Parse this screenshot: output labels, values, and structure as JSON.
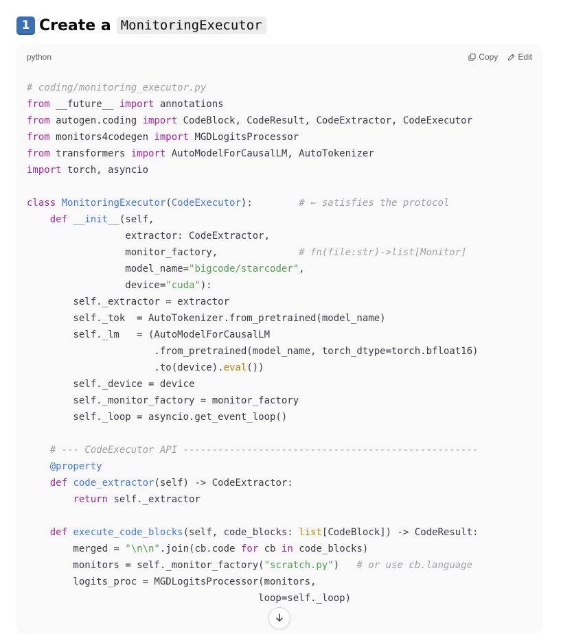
{
  "heading": {
    "number": "1",
    "text": "Create a",
    "code": "MonitoringExecutor"
  },
  "code_block": {
    "language": "python",
    "copy_label": "Copy",
    "edit_label": "Edit",
    "lines": [
      [
        {
          "t": "# coding/monitoring_executor.py",
          "c": "com"
        }
      ],
      [
        {
          "t": "from",
          "c": "kw"
        },
        {
          "t": " __future__ "
        },
        {
          "t": "import",
          "c": "kw"
        },
        {
          "t": " annotations"
        }
      ],
      [
        {
          "t": "from",
          "c": "kw"
        },
        {
          "t": " autogen.coding "
        },
        {
          "t": "import",
          "c": "kw"
        },
        {
          "t": " CodeBlock, CodeResult, CodeExtractor, CodeExecutor"
        }
      ],
      [
        {
          "t": "from",
          "c": "kw"
        },
        {
          "t": " monitors4codegen "
        },
        {
          "t": "import",
          "c": "kw"
        },
        {
          "t": " MGDLogitsProcessor"
        }
      ],
      [
        {
          "t": "from",
          "c": "kw"
        },
        {
          "t": " transformers "
        },
        {
          "t": "import",
          "c": "kw"
        },
        {
          "t": " AutoModelForCausalLM, AutoTokenizer"
        }
      ],
      [
        {
          "t": "import",
          "c": "kw"
        },
        {
          "t": " torch, asyncio"
        }
      ],
      [],
      [
        {
          "t": "class",
          "c": "kw"
        },
        {
          "t": " "
        },
        {
          "t": "MonitoringExecutor",
          "c": "fn"
        },
        {
          "t": "("
        },
        {
          "t": "CodeExecutor",
          "c": "fn"
        },
        {
          "t": "):        "
        },
        {
          "t": "# ← satisfies the protocol",
          "c": "com"
        }
      ],
      [
        {
          "t": "    "
        },
        {
          "t": "def",
          "c": "kw"
        },
        {
          "t": " "
        },
        {
          "t": "__init__",
          "c": "fn"
        },
        {
          "t": "(self,"
        }
      ],
      [
        {
          "t": "                 extractor: CodeExtractor,"
        }
      ],
      [
        {
          "t": "                 monitor_factory,              "
        },
        {
          "t": "# fn(file:str)->list[Monitor]",
          "c": "com"
        }
      ],
      [
        {
          "t": "                 model_name="
        },
        {
          "t": "\"bigcode/starcoder\"",
          "c": "str"
        },
        {
          "t": ","
        }
      ],
      [
        {
          "t": "                 device="
        },
        {
          "t": "\"cuda\"",
          "c": "str"
        },
        {
          "t": "):"
        }
      ],
      [
        {
          "t": "        self._extractor = extractor"
        }
      ],
      [
        {
          "t": "        self._tok  = AutoTokenizer.from_pretrained(model_name)"
        }
      ],
      [
        {
          "t": "        self._lm   = (AutoModelForCausalLM"
        }
      ],
      [
        {
          "t": "                      .from_pretrained(model_name, torch_dtype=torch.bfloat16)"
        }
      ],
      [
        {
          "t": "                      .to(device)."
        },
        {
          "t": "eval",
          "c": "bi"
        },
        {
          "t": "())"
        }
      ],
      [
        {
          "t": "        self._device = device"
        }
      ],
      [
        {
          "t": "        self._monitor_factory = monitor_factory"
        }
      ],
      [
        {
          "t": "        self._loop = asyncio.get_event_loop()"
        }
      ],
      [],
      [
        {
          "t": "    "
        },
        {
          "t": "# --- CodeExecutor API ---------------------------------------------------",
          "c": "com"
        }
      ],
      [
        {
          "t": "    "
        },
        {
          "t": "@property",
          "c": "fn"
        }
      ],
      [
        {
          "t": "    "
        },
        {
          "t": "def",
          "c": "kw"
        },
        {
          "t": " "
        },
        {
          "t": "code_extractor",
          "c": "fn"
        },
        {
          "t": "(self) -> CodeExtractor:"
        }
      ],
      [
        {
          "t": "        "
        },
        {
          "t": "return",
          "c": "kw"
        },
        {
          "t": " self._extractor"
        }
      ],
      [],
      [
        {
          "t": "    "
        },
        {
          "t": "def",
          "c": "kw"
        },
        {
          "t": " "
        },
        {
          "t": "execute_code_blocks",
          "c": "fn"
        },
        {
          "t": "(self, code_blocks: "
        },
        {
          "t": "list",
          "c": "bi"
        },
        {
          "t": "[CodeBlock]) -> CodeResult:"
        }
      ],
      [
        {
          "t": "        merged = "
        },
        {
          "t": "\"\\n\\n\"",
          "c": "str"
        },
        {
          "t": ".join(cb.code "
        },
        {
          "t": "for",
          "c": "kw"
        },
        {
          "t": " cb "
        },
        {
          "t": "in",
          "c": "kw"
        },
        {
          "t": " code_blocks)"
        }
      ],
      [
        {
          "t": "        monitors = self._monitor_factory("
        },
        {
          "t": "\"scratch.py\"",
          "c": "str"
        },
        {
          "t": ")   "
        },
        {
          "t": "# or use cb.language",
          "c": "com"
        }
      ],
      [
        {
          "t": "        logits_proc = MGDLogitsProcessor(monitors,"
        }
      ],
      [
        {
          "t": "                                        loop=self._loop)"
        }
      ]
    ]
  },
  "colors": {
    "keyword": "#a626a4",
    "function": "#4078f2",
    "string": "#50a14f",
    "comment": "#a0a1a7",
    "builtin": "#c18401"
  },
  "icons": {
    "copy": "copy-icon",
    "edit": "edit-icon",
    "scroll": "arrow-down-icon"
  }
}
